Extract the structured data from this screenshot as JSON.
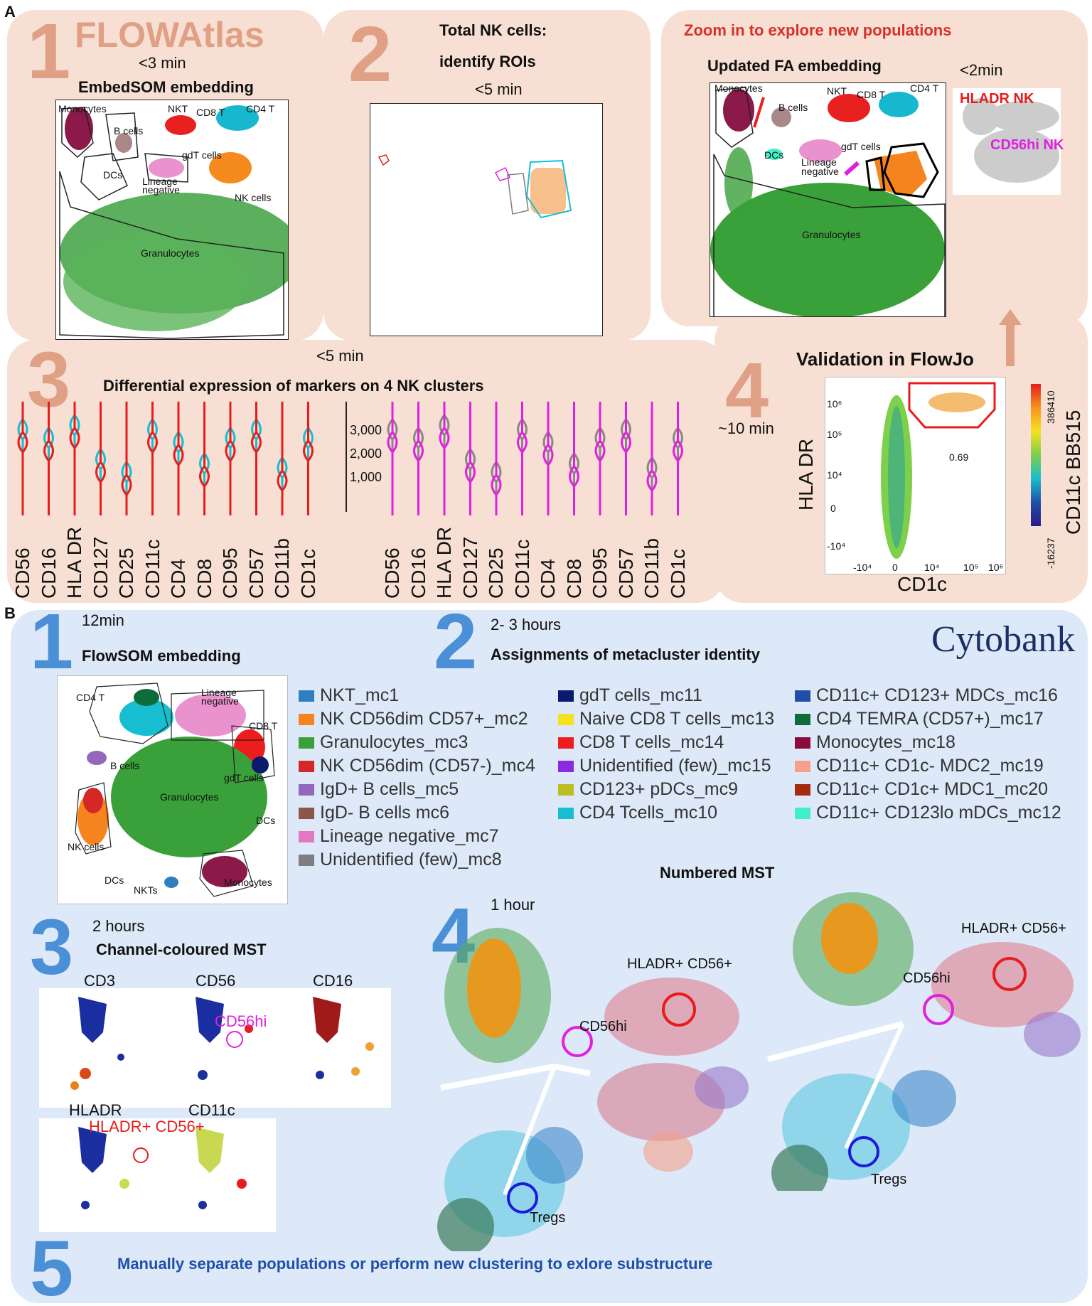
{
  "panelA": {
    "letter": "A",
    "step1": {
      "num": "1",
      "brand": "FLOWAtlas",
      "time": "<3 min",
      "title": "EmbedSOM embedding",
      "labels": [
        "Monocytes",
        "B cells",
        "NKT",
        "CD8 T",
        "CD4 T",
        "gdT cells",
        "DCs",
        "Lineage",
        "negative",
        "NK cells",
        "Granulocytes"
      ]
    },
    "step2": {
      "num": "2",
      "title1": "Total NK cells:",
      "title2": "identify ROIs",
      "time": "<5 min"
    },
    "zoom": {
      "title": "Zoom in to explore new populations",
      "subtitle": "Updated FA embedding",
      "time": "<2min",
      "labels": [
        "Monocytes",
        "B cells",
        "NKT",
        "CD8 T",
        "CD4 T",
        "gdT cells",
        "DCs",
        "Lineage",
        "negative",
        "Granulocytes"
      ],
      "inset": [
        "HLADR NK",
        "CD56hi NK"
      ]
    },
    "step3": {
      "num": "3",
      "time": "<5 min",
      "title": "Differential expression of markers on 4 NK clusters",
      "markers": [
        "CD56",
        "CD16",
        "HLA DR",
        "CD127",
        "CD25",
        "CD11c",
        "CD4",
        "CD8",
        "CD95",
        "CD57",
        "CD11b",
        "CD1c"
      ],
      "axis_ticks": [
        "3,000",
        "2,000",
        "1,000"
      ]
    },
    "step4": {
      "num": "4",
      "time": "~10 min",
      "title": "Validation in FlowJo",
      "ylabel": "HLA DR",
      "xlabel": "CD1c",
      "gate_value": "0.69",
      "colorbar_label": "CD11c BB515",
      "colorbar_max": "386410",
      "colorbar_min": "-16237",
      "yticks": [
        "10⁶",
        "10⁵",
        "10⁴",
        "0",
        "-10⁴"
      ],
      "xticks": [
        "-10⁴",
        "0",
        "10⁴",
        "10⁵",
        "10⁶"
      ]
    }
  },
  "panelB": {
    "letter": "B",
    "brand": "Cytobank",
    "step1": {
      "num": "1",
      "time": "12min",
      "title": "FlowSOM embedding",
      "labels": [
        "CD4 T",
        "Lineage",
        "negative",
        "CD8 T",
        "B cells",
        "gdT cells",
        "Granulocytes",
        "DCs",
        "NK cells",
        "DCs",
        "NKTs",
        "Monocytes"
      ]
    },
    "step2": {
      "num": "2",
      "time": "2- 3 hours",
      "title": "Assignments of metacluster identity"
    },
    "legend": {
      "col1": [
        {
          "label": "NKT_mc1",
          "color": "#2f7fc0"
        },
        {
          "label": "NK CD56dim CD57+_mc2",
          "color": "#f5841f"
        },
        {
          "label": "Granulocytes_mc3",
          "color": "#3aa03a"
        },
        {
          "label": "NK CD56dim (CD57-)_mc4",
          "color": "#d62728"
        },
        {
          "label": "IgD+ B cells_mc5",
          "color": "#9467bd"
        },
        {
          "label": "IgD- B cells mc6",
          "color": "#8c564b"
        },
        {
          "label": "Lineage negative_mc7",
          "color": "#e377c2"
        },
        {
          "label": "Unidentified (few)_mc8",
          "color": "#7f7f7f"
        }
      ],
      "col2": [
        {
          "label": "gdT cells_mc11",
          "color": "#0b1a6e"
        },
        {
          "label": "Naive CD8 T cells_mc13",
          "color": "#f5e11e"
        },
        {
          "label": "CD8 T cells_mc14",
          "color": "#ee1c1c"
        },
        {
          "label": "Unidentified (few)_mc15",
          "color": "#8a2be2"
        },
        {
          "label": "CD123+ pDCs_mc9",
          "color": "#bcbd22"
        },
        {
          "label": "CD4 Tcells_mc10",
          "color": "#17becf"
        }
      ],
      "col3": [
        {
          "label": "CD11c+ CD123+ MDCs_mc16",
          "color": "#1f4fa8"
        },
        {
          "label": "CD4 TEMRA (CD57+)_mc17",
          "color": "#0e6b3a"
        },
        {
          "label": "Monocytes_mc18",
          "color": "#8b0a3a"
        },
        {
          "label": "CD11c+ CD1c- MDC2_mc19",
          "color": "#f4a08a"
        },
        {
          "label": "CD11c+ CD1c+ MDC1_mc20",
          "color": "#a32c0f"
        },
        {
          "label": "CD11c+ CD123lo mDCs_mc12",
          "color": "#3ff0c8"
        }
      ]
    },
    "step3": {
      "num": "3",
      "time": "2 hours",
      "title": "Channel-coloured MST",
      "channels": [
        "CD3",
        "CD56",
        "CD16",
        "HLADR",
        "CD11c"
      ],
      "annot1": "CD56hi",
      "annot2": "HLADR+ CD56+"
    },
    "step4": {
      "num": "4",
      "time": "1 hour",
      "title": "Numbered MST",
      "annots": [
        "HLADR+ CD56+",
        "CD56hi",
        "Tregs"
      ]
    },
    "step5": {
      "num": "5",
      "text": "Manually separate populations or perform new clustering to exlore substructure"
    }
  }
}
